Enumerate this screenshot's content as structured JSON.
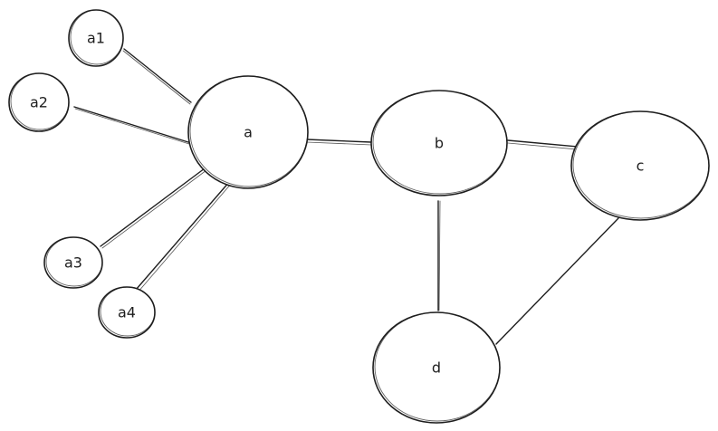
{
  "diagram": {
    "nodes": [
      {
        "id": "a1",
        "label": "a1"
      },
      {
        "id": "a2",
        "label": "a2"
      },
      {
        "id": "a",
        "label": "a"
      },
      {
        "id": "b",
        "label": "b"
      },
      {
        "id": "c",
        "label": "c"
      },
      {
        "id": "a3",
        "label": "a3"
      },
      {
        "id": "a4",
        "label": "a4"
      },
      {
        "id": "d",
        "label": "d"
      }
    ],
    "edges": [
      {
        "from": "a1",
        "to": "a"
      },
      {
        "from": "a2",
        "to": "a"
      },
      {
        "from": "a3",
        "to": "a"
      },
      {
        "from": "a4",
        "to": "a"
      },
      {
        "from": "a",
        "to": "b"
      },
      {
        "from": "b",
        "to": "c"
      },
      {
        "from": "b",
        "to": "d"
      },
      {
        "from": "c",
        "to": "d"
      }
    ],
    "colors": {
      "stroke": "#1e1e1e",
      "background": "#ffffff"
    }
  }
}
